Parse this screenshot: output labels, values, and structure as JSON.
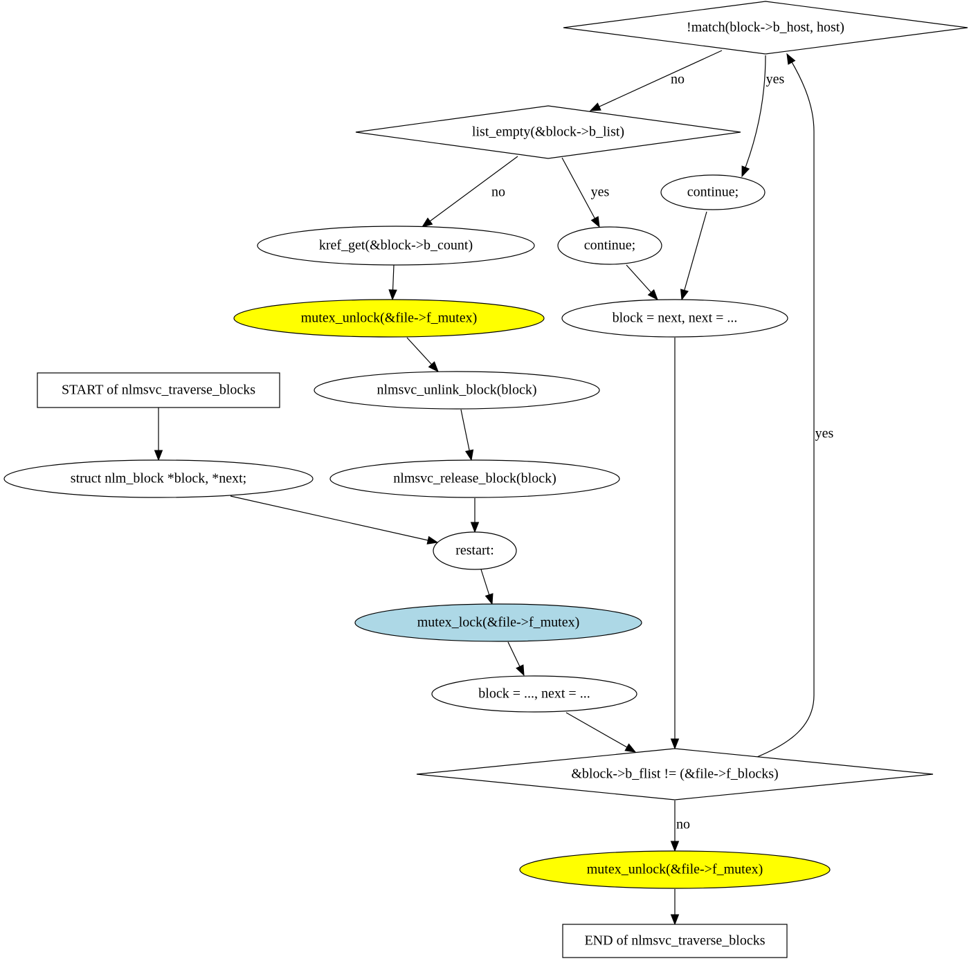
{
  "colors": {
    "background": "#ffffff",
    "stroke": "#000000",
    "default_fill": "#ffffff",
    "unlock_fill": "#ffff00",
    "lock_fill": "#add8e6"
  },
  "nodes": [
    {
      "id": "match",
      "shape": "diamond",
      "label": "!match(block->b_host, host)",
      "fill": "#ffffff"
    },
    {
      "id": "list_empty",
      "shape": "diamond",
      "label": "list_empty(&block->b_list)",
      "fill": "#ffffff"
    },
    {
      "id": "continue1",
      "shape": "ellipse",
      "label": "continue;",
      "fill": "#ffffff"
    },
    {
      "id": "kref_get",
      "shape": "ellipse",
      "label": "kref_get(&block->b_count)",
      "fill": "#ffffff"
    },
    {
      "id": "continue2",
      "shape": "ellipse",
      "label": "continue;",
      "fill": "#ffffff"
    },
    {
      "id": "unlock1",
      "shape": "ellipse",
      "label": "mutex_unlock(&file->f_mutex)",
      "fill": "#ffff00"
    },
    {
      "id": "block_next",
      "shape": "ellipse",
      "label": "block = next, next = ...",
      "fill": "#ffffff"
    },
    {
      "id": "start",
      "shape": "box",
      "label": "START of nlmsvc_traverse_blocks",
      "fill": "#ffffff"
    },
    {
      "id": "unlink",
      "shape": "ellipse",
      "label": "nlmsvc_unlink_block(block)",
      "fill": "#ffffff"
    },
    {
      "id": "decl",
      "shape": "ellipse",
      "label": "struct nlm_block *block, *next;",
      "fill": "#ffffff"
    },
    {
      "id": "release",
      "shape": "ellipse",
      "label": "nlmsvc_release_block(block)",
      "fill": "#ffffff"
    },
    {
      "id": "restart",
      "shape": "ellipse",
      "label": "restart:",
      "fill": "#ffffff"
    },
    {
      "id": "lock",
      "shape": "ellipse",
      "label": "mutex_lock(&file->f_mutex)",
      "fill": "#add8e6"
    },
    {
      "id": "block_init",
      "shape": "ellipse",
      "label": "block = ..., next = ...",
      "fill": "#ffffff"
    },
    {
      "id": "loop_cond",
      "shape": "diamond",
      "label": "&block->b_flist != (&file->f_blocks)",
      "fill": "#ffffff"
    },
    {
      "id": "unlock2",
      "shape": "ellipse",
      "label": "mutex_unlock(&file->f_mutex)",
      "fill": "#ffff00"
    },
    {
      "id": "end",
      "shape": "box",
      "label": "END of nlmsvc_traverse_blocks",
      "fill": "#ffffff"
    }
  ],
  "edges": [
    {
      "id": "match_no",
      "from": "match",
      "to": "list_empty",
      "label": "no"
    },
    {
      "id": "match_yes",
      "from": "match",
      "to": "continue1",
      "label": "yes"
    },
    {
      "id": "list_no",
      "from": "list_empty",
      "to": "kref_get",
      "label": "no"
    },
    {
      "id": "list_yes",
      "from": "list_empty",
      "to": "continue2",
      "label": "yes"
    },
    {
      "id": "cont1_next",
      "from": "continue1",
      "to": "block_next",
      "label": ""
    },
    {
      "id": "cont2_next",
      "from": "continue2",
      "to": "block_next",
      "label": ""
    },
    {
      "id": "kref_unlock",
      "from": "kref_get",
      "to": "unlock1",
      "label": ""
    },
    {
      "id": "unlock_unlink",
      "from": "unlock1",
      "to": "unlink",
      "label": ""
    },
    {
      "id": "unlink_release",
      "from": "unlink",
      "to": "release",
      "label": ""
    },
    {
      "id": "release_restart",
      "from": "release",
      "to": "restart",
      "label": ""
    },
    {
      "id": "start_decl",
      "from": "start",
      "to": "decl",
      "label": ""
    },
    {
      "id": "decl_restart",
      "from": "decl",
      "to": "restart",
      "label": ""
    },
    {
      "id": "restart_lock",
      "from": "restart",
      "to": "lock",
      "label": ""
    },
    {
      "id": "lock_init",
      "from": "lock",
      "to": "block_init",
      "label": ""
    },
    {
      "id": "init_cond",
      "from": "block_init",
      "to": "loop_cond",
      "label": ""
    },
    {
      "id": "next_cond",
      "from": "block_next",
      "to": "loop_cond",
      "label": ""
    },
    {
      "id": "cond_yes",
      "from": "loop_cond",
      "to": "match",
      "label": "yes"
    },
    {
      "id": "cond_no",
      "from": "loop_cond",
      "to": "unlock2",
      "label": "no"
    },
    {
      "id": "unlock_end",
      "from": "unlock2",
      "to": "end",
      "label": ""
    }
  ]
}
